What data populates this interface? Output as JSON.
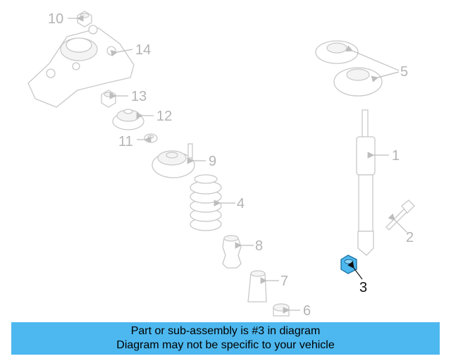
{
  "diagram": {
    "callouts": [
      "1",
      "2",
      "3",
      "4",
      "5",
      "6",
      "7",
      "8",
      "9",
      "10",
      "11",
      "12",
      "13",
      "14"
    ],
    "highlighted_part": "3",
    "highlight_color": "#4db8ef"
  },
  "banner": {
    "line1": "Part or sub-assembly is #3 in diagram",
    "line2": "Diagram may not be specific to your vehicle",
    "background": "#4db8ef"
  }
}
